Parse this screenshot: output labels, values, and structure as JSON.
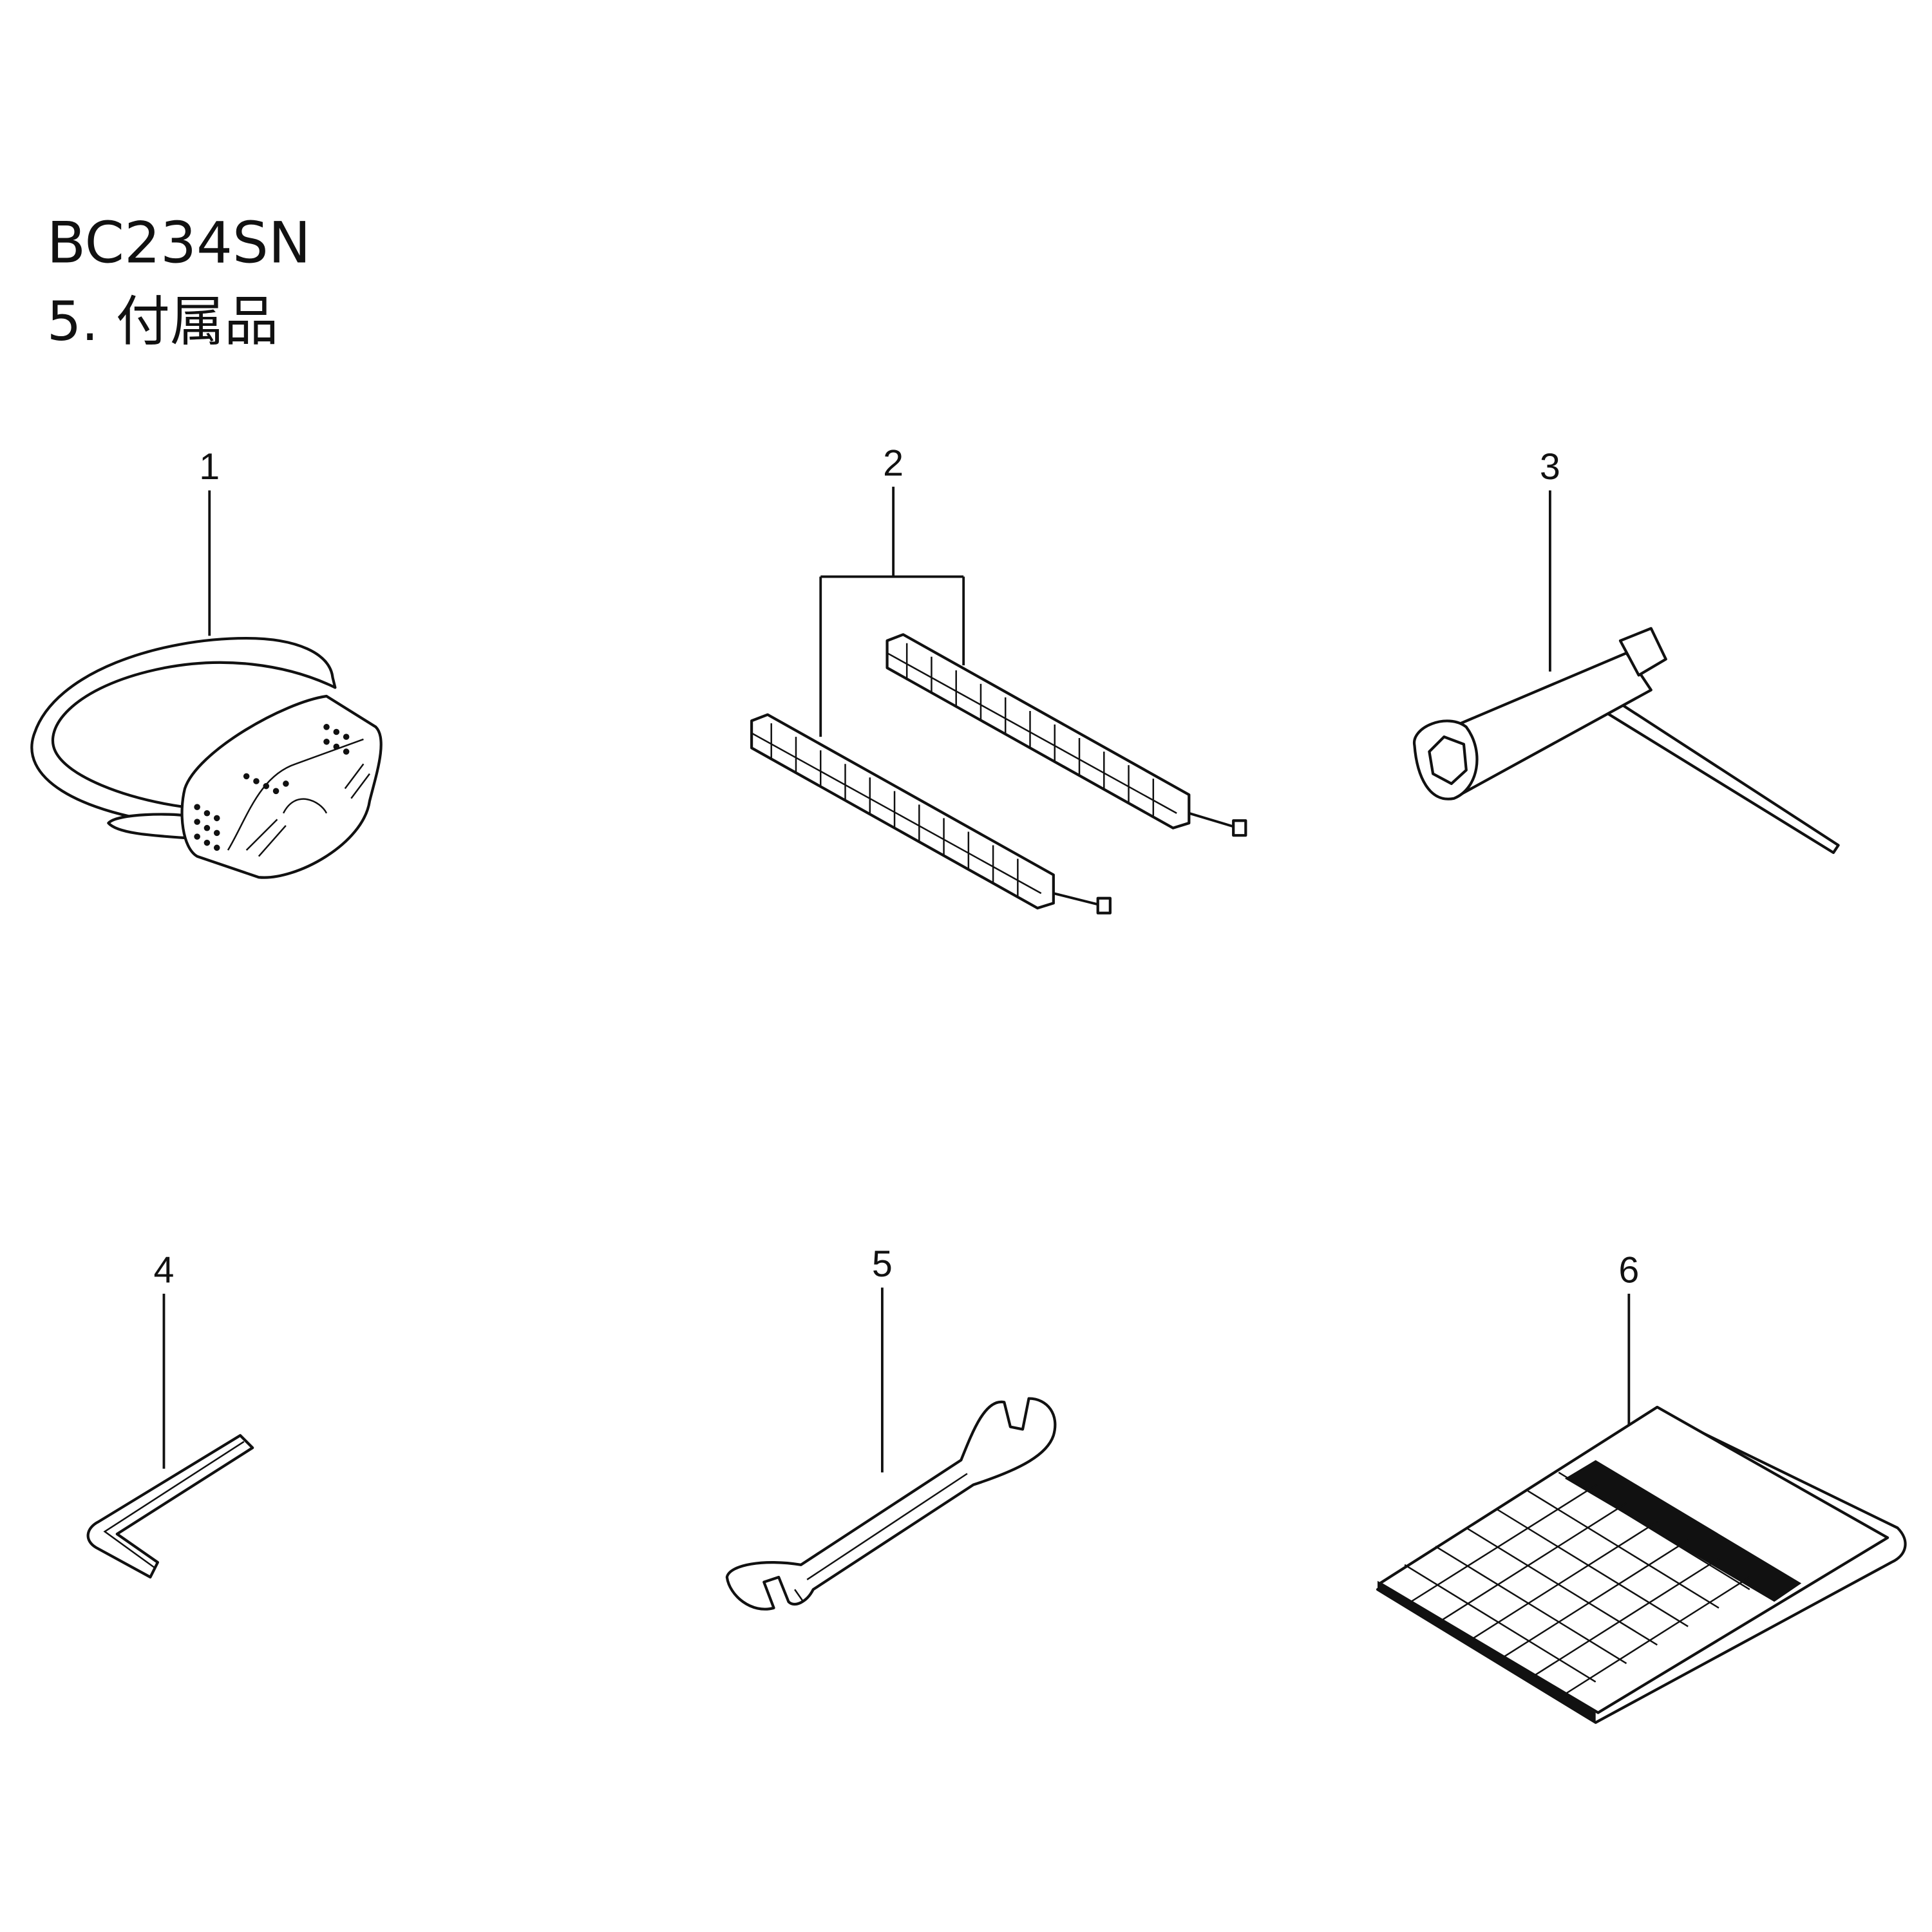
{
  "header": {
    "model": "BC234SN",
    "section": "5. 付属品"
  },
  "parts": [
    {
      "ref": "1",
      "icon": "safety-goggles-icon"
    },
    {
      "ref": "2",
      "icon": "nylon-cutter-lines-icon"
    },
    {
      "ref": "3",
      "icon": "spark-plug-wrench-icon"
    },
    {
      "ref": "4",
      "icon": "hex-key-icon"
    },
    {
      "ref": "5",
      "icon": "open-end-wrench-icon"
    },
    {
      "ref": "6",
      "icon": "instruction-manual-icon"
    }
  ]
}
